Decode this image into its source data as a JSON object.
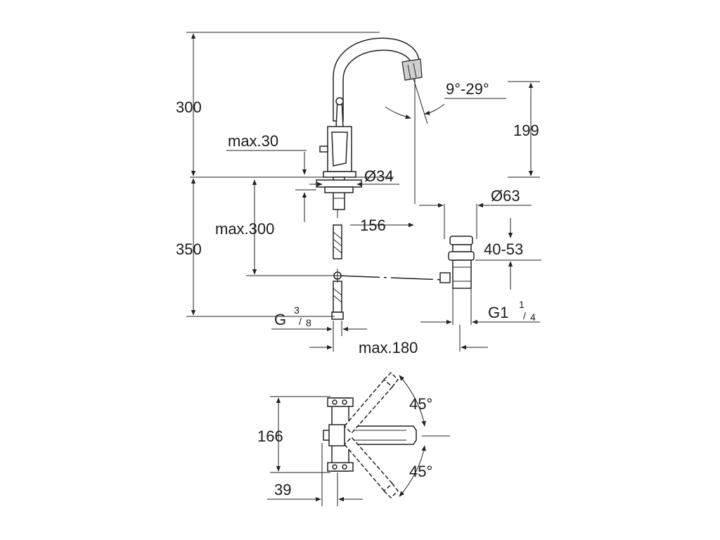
{
  "labels": {
    "height_total": "300",
    "spout_height": "199",
    "angle_range": "9°-29°",
    "max_deck": "max.30",
    "body_dia": "Ø34",
    "waste_dia": "Ø63",
    "reach": "156",
    "max_depth": "max.300",
    "below_height": "350",
    "waste_range": "40-53",
    "waste_thread_main": "G1",
    "waste_thread_num": "1",
    "waste_thread_den": "4",
    "inlet_thread_main": "G",
    "inlet_thread_num": "3",
    "inlet_thread_den": "8",
    "max_offset": "max.180",
    "plan_depth": "166",
    "plan_offset": "39",
    "angle_upper": "45°",
    "angle_lower": "45°"
  }
}
